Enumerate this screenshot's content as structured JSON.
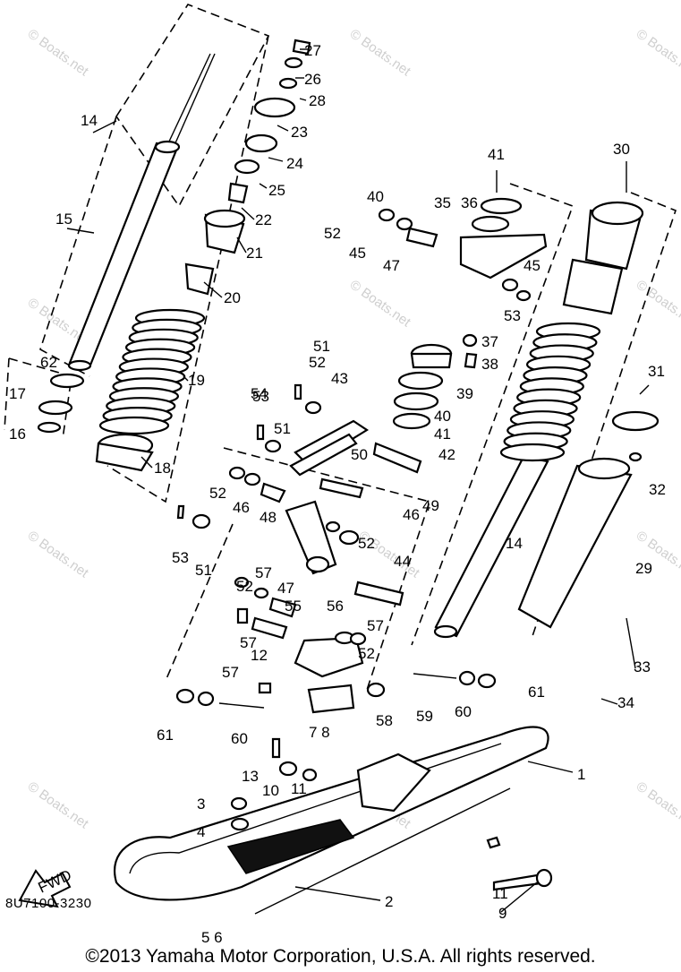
{
  "watermark": "© Boats.net",
  "diagram": {
    "catalog_code": "8U7100-3230",
    "fwd_label": "FWD",
    "callouts": [
      "1",
      "2",
      "3",
      "4",
      "5 6",
      "7 8",
      "9",
      "10",
      "11",
      "11",
      "12",
      "13",
      "14",
      "14",
      "15",
      "16",
      "17",
      "18",
      "19",
      "20",
      "21",
      "22",
      "23",
      "24",
      "25",
      "26",
      "27",
      "28",
      "29",
      "30",
      "31",
      "32",
      "33",
      "34",
      "35",
      "36",
      "37",
      "38",
      "39",
      "40",
      "40",
      "41",
      "41",
      "42",
      "43",
      "44",
      "45",
      "45",
      "46",
      "46",
      "47",
      "47",
      "48",
      "49",
      "50",
      "51",
      "51",
      "51",
      "52",
      "52",
      "52",
      "52",
      "52",
      "52",
      "53",
      "53",
      "53",
      "54",
      "55",
      "56",
      "57",
      "57",
      "57",
      "57",
      "58",
      "59",
      "60",
      "60",
      "61",
      "61",
      "62"
    ]
  },
  "footer": {
    "copyright": "©2013 Yamaha Motor Corporation, U.S.A. All rights reserved."
  }
}
